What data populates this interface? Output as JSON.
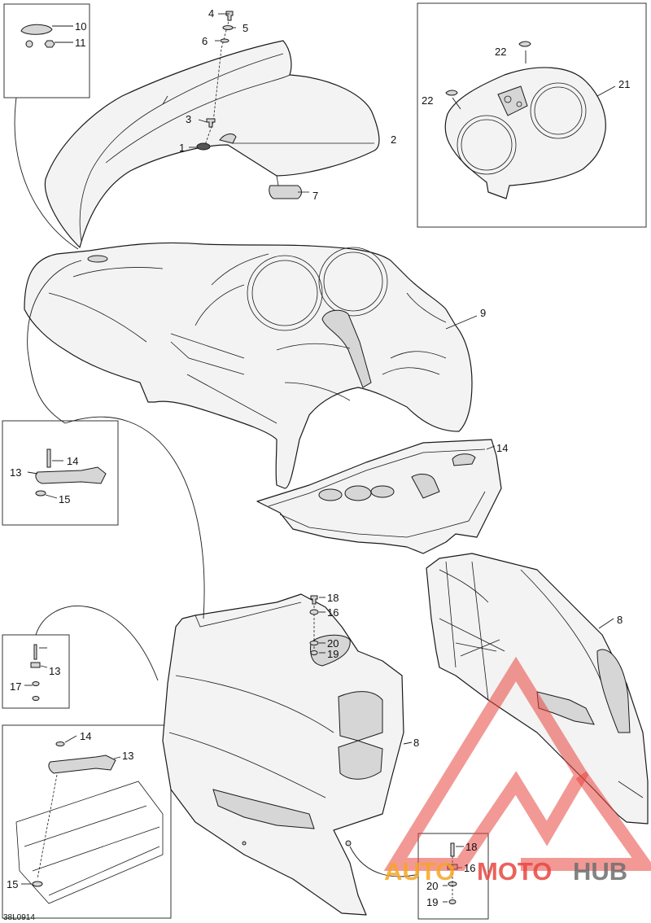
{
  "diagram": {
    "drawing_code": "38L0914",
    "callouts": [
      {
        "id": "c10",
        "label": "10"
      },
      {
        "id": "c11",
        "label": "11"
      },
      {
        "id": "c4",
        "label": "4"
      },
      {
        "id": "c5",
        "label": "5"
      },
      {
        "id": "c6",
        "label": "6"
      },
      {
        "id": "c3",
        "label": "3"
      },
      {
        "id": "c1",
        "label": "1"
      },
      {
        "id": "c2",
        "label": "2"
      },
      {
        "id": "c7",
        "label": "7"
      },
      {
        "id": "c22a",
        "label": "22"
      },
      {
        "id": "c22b",
        "label": "22"
      },
      {
        "id": "c21",
        "label": "21"
      },
      {
        "id": "c9",
        "label": "9"
      },
      {
        "id": "c14a",
        "label": "14"
      },
      {
        "id": "c13a",
        "label": "13"
      },
      {
        "id": "c15a",
        "label": "15"
      },
      {
        "id": "c14b",
        "label": "14"
      },
      {
        "id": "c18a",
        "label": "18"
      },
      {
        "id": "c16a",
        "label": "16"
      },
      {
        "id": "c20a",
        "label": "20"
      },
      {
        "id": "c19a",
        "label": "19"
      },
      {
        "id": "c13b",
        "label": "13"
      },
      {
        "id": "c17",
        "label": "17"
      },
      {
        "id": "c8a",
        "label": "8"
      },
      {
        "id": "c14c",
        "label": "14"
      },
      {
        "id": "c13c",
        "label": "13"
      },
      {
        "id": "c8b",
        "label": "8"
      },
      {
        "id": "c15b",
        "label": "15"
      },
      {
        "id": "c18b",
        "label": "18"
      },
      {
        "id": "c16b",
        "label": "16"
      },
      {
        "id": "c20b",
        "label": "20"
      },
      {
        "id": "c19b",
        "label": "19"
      }
    ]
  },
  "watermark": {
    "part1": "AUTO",
    "part2": "MOTO",
    "part3": "HUB",
    "color_red": "#e8463f",
    "color_orange": "#f5a623",
    "color_gray": "#6d6d6d"
  }
}
